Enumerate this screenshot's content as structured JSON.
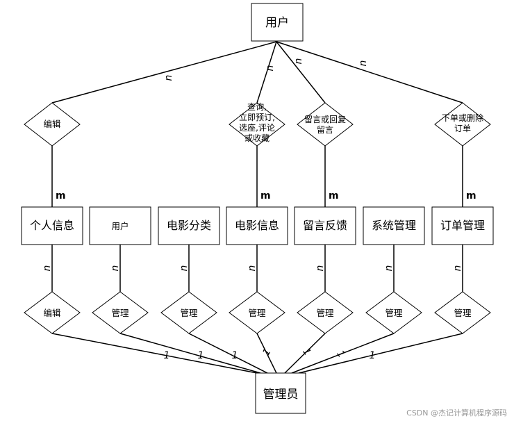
{
  "entities": {
    "user": "用户",
    "admin": "管理员",
    "middle": [
      "个人信息",
      "用户",
      "电影分类",
      "电影信息",
      "留言反馈",
      "系统管理",
      "订单管理"
    ]
  },
  "upper_relations": {
    "r1": [
      "编辑"
    ],
    "r2": [
      "查询,",
      "立即预订,",
      "选座,评论",
      "或收藏"
    ],
    "r3": [
      "留言或回复",
      "留言"
    ],
    "r4": [
      "下单或删除",
      "订单"
    ]
  },
  "lower_relations": [
    "编辑",
    "管理",
    "管理",
    "管理",
    "管理",
    "管理",
    "管理"
  ],
  "cardinality": {
    "n": "n",
    "m": "m",
    "one": "1"
  },
  "watermark": "CSDN @杰记计算机程序源码"
}
